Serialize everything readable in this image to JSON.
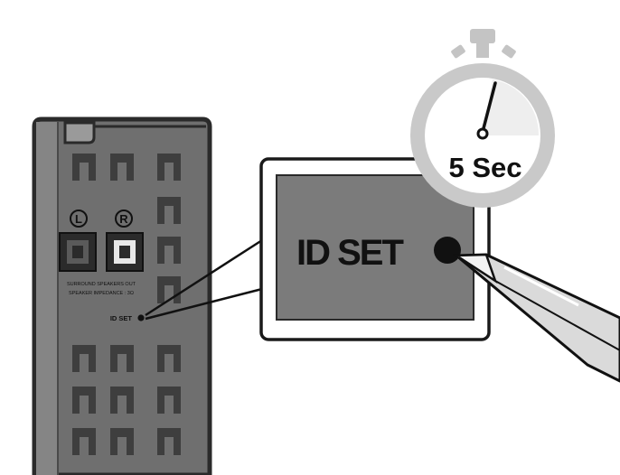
{
  "device": {
    "channel_left": "L",
    "channel_right": "R",
    "port_label_line1": "SURROUND SPEAKERS OUT",
    "port_label_line2": "SPEAKER IMPEDANCE : 3Ω",
    "id_set_label": "ID SET"
  },
  "callout": {
    "button_label": "ID SET"
  },
  "timer": {
    "duration_label": "5 Sec"
  },
  "colors": {
    "device_body": "#6f6f6f",
    "device_outline": "#2a2a2a",
    "callout_panel": "#7b7b7b",
    "timer_ring": "#c9c9c9",
    "pen_body": "#d9d9d9"
  }
}
